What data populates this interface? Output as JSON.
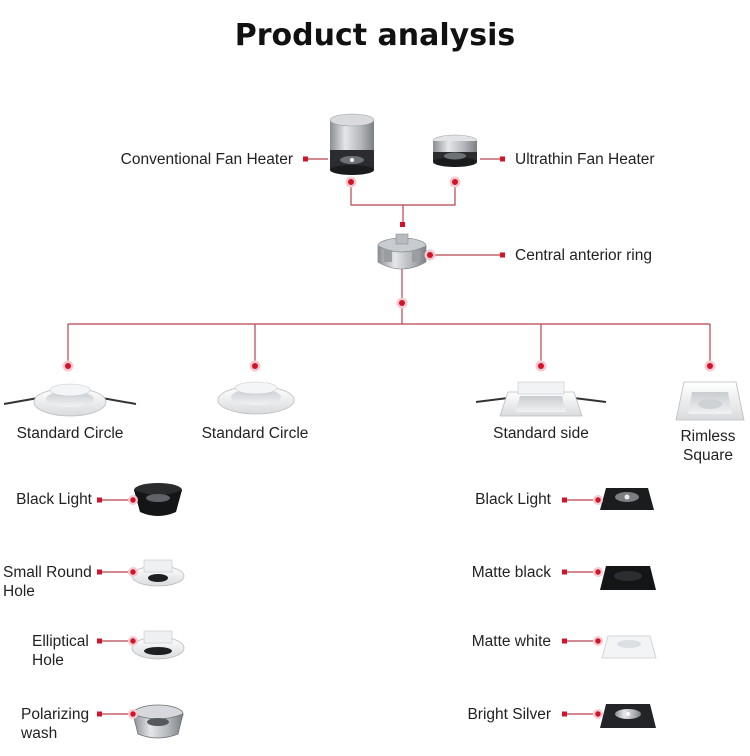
{
  "title": "Product analysis",
  "colors": {
    "accent": "#d0142c",
    "line": "#b8444e"
  },
  "top_products": [
    {
      "label": "Conventional Fan Heater",
      "icon": "cylinder-downlight-icon"
    },
    {
      "label": "Ultrathin Fan Heater",
      "icon": "slim-downlight-icon"
    }
  ],
  "center_part": {
    "label": "Central anterior ring",
    "icon": "anterior-ring-icon"
  },
  "housings": [
    {
      "label": "Standard Circle",
      "icon": "round-housing-with-clips-icon"
    },
    {
      "label": "Standard Circle",
      "icon": "round-housing-icon"
    },
    {
      "label": "Standard side",
      "icon": "square-housing-with-clips-icon"
    },
    {
      "label": "Rimless Square",
      "icon": "rimless-square-housing-icon"
    }
  ],
  "left_options": [
    {
      "label": "Black Light",
      "icon": "black-round-reflector-icon"
    },
    {
      "label": "Small Round Hole",
      "icon": "small-hole-reflector-icon"
    },
    {
      "label": "Elliptical Hole",
      "icon": "elliptical-hole-reflector-icon"
    },
    {
      "label": "Polarizing wash",
      "icon": "polarizing-wash-reflector-icon"
    }
  ],
  "right_options": [
    {
      "label": "Black Light",
      "icon": "black-square-reflector-icon"
    },
    {
      "label": "Matte black",
      "icon": "matte-black-square-icon"
    },
    {
      "label": "Matte white",
      "icon": "matte-white-square-icon"
    },
    {
      "label": "Bright Silver",
      "icon": "bright-silver-square-icon"
    }
  ]
}
